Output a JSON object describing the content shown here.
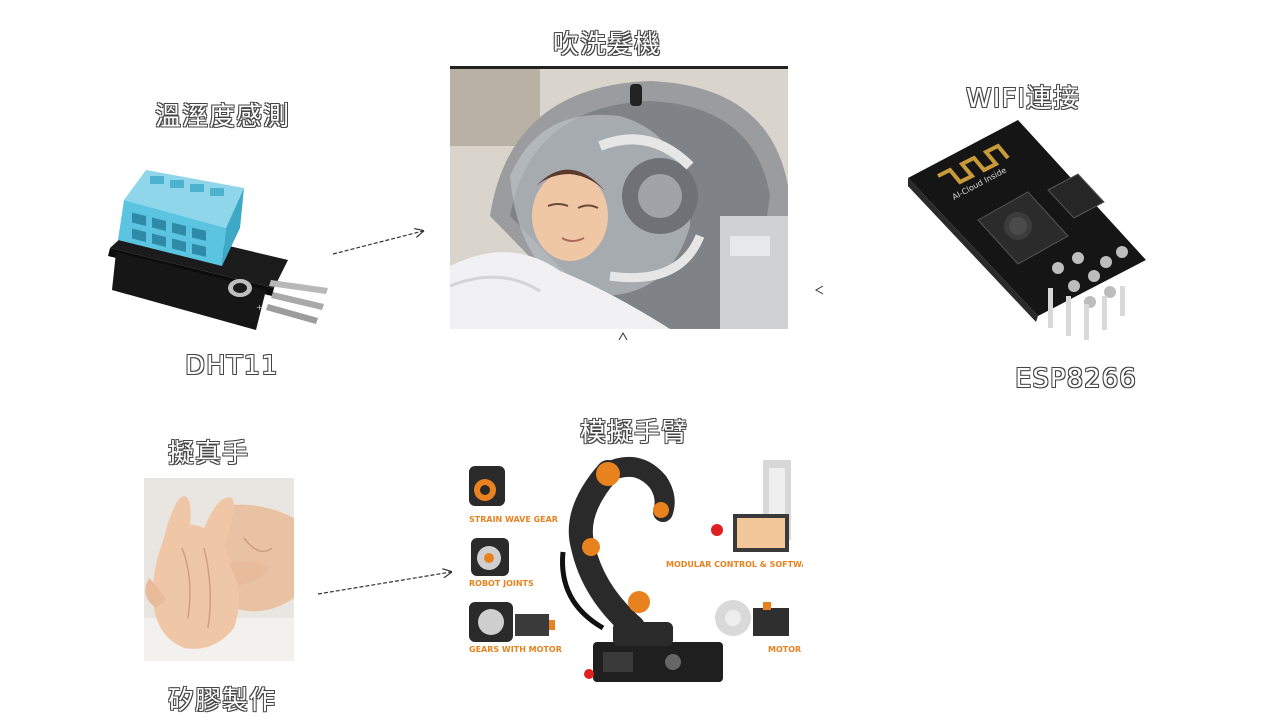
{
  "labels": {
    "hair_washer": "吹洗髮機",
    "temp_humidity": "溫溼度感測",
    "sensor_model": "DHT11",
    "wifi": "WIFI連接",
    "wifi_model": "ESP8266",
    "prosthetic_hand": "擬真手",
    "silicone": "矽膠製作",
    "robot_arm": "模擬手臂"
  },
  "chip": {
    "marking": "AI-Cloud Inside"
  },
  "robot_parts": {
    "strain_wave_gear": "STRAIN WAVE GEAR",
    "robot_joints": "ROBOT JOINTS",
    "gears_with_motor": "GEARS WITH MOTOR",
    "modular_control": "MODULAR CONTROL & SOFTWARE",
    "motor": "MOTOR"
  },
  "colors": {
    "sensor_blue": "#5bc4e0",
    "pcb_black": "#1a1a1a",
    "accent_orange": "#e8821e"
  }
}
